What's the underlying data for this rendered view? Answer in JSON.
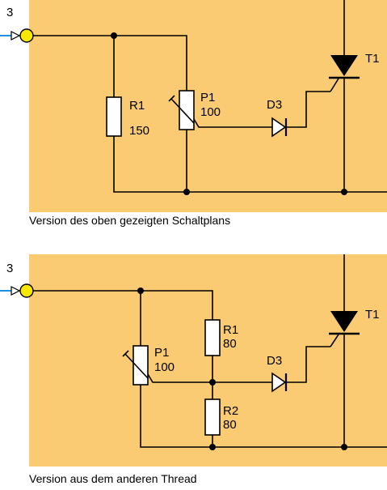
{
  "colors": {
    "board": "#FACB72",
    "connector": "#F8E800",
    "lead": "#1E90E0"
  },
  "diagram1": {
    "terminal": "3",
    "r1": {
      "name": "R1",
      "value": "150"
    },
    "p1": {
      "name": "P1",
      "value": "100"
    },
    "d3": "D3",
    "t1": "T1",
    "caption": "Version des oben gezeigten Schaltplans"
  },
  "diagram2": {
    "terminal": "3",
    "p1": {
      "name": "P1",
      "value": "100"
    },
    "r1": {
      "name": "R1",
      "value": "80"
    },
    "r2": {
      "name": "R2",
      "value": "80"
    },
    "d3": "D3",
    "t1": "T1",
    "caption": "Version aus dem anderen Thread"
  }
}
